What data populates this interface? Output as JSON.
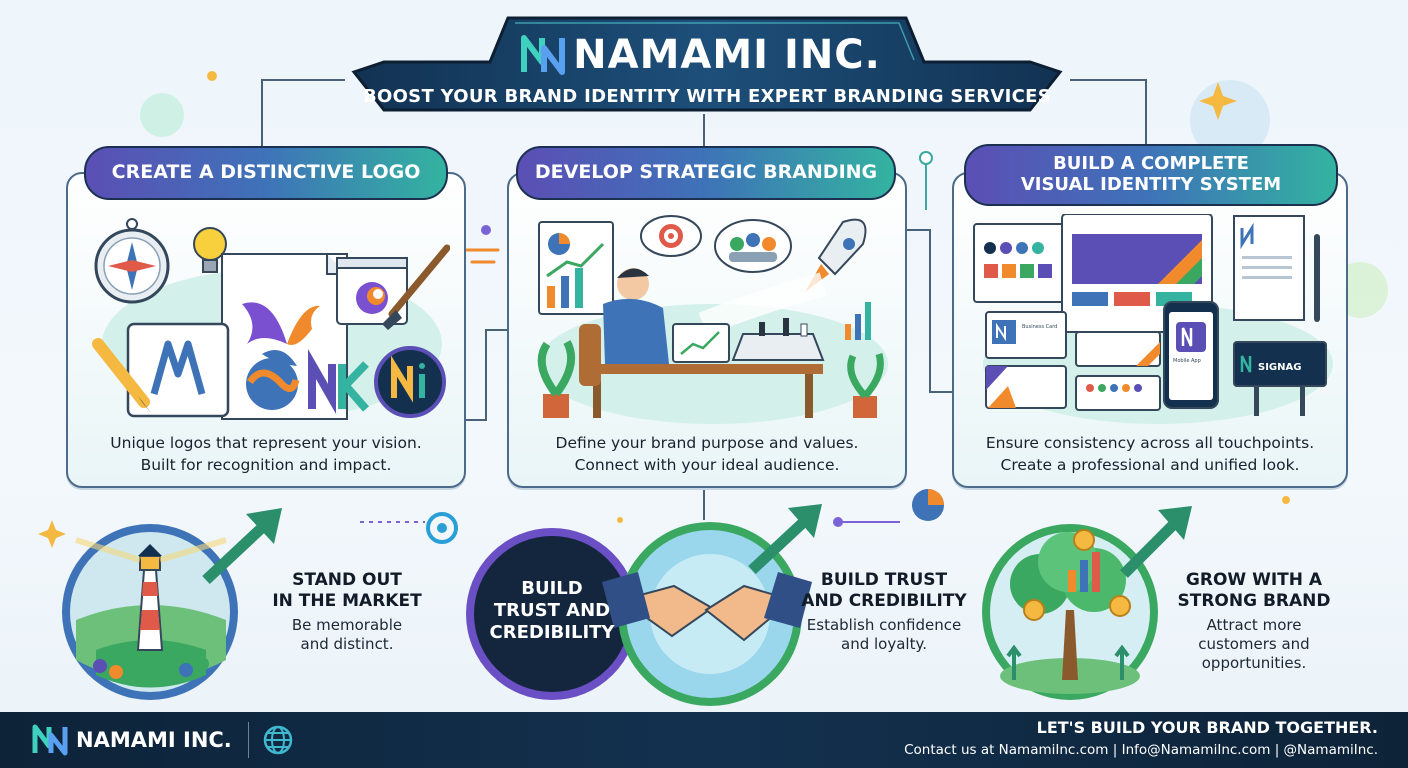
{
  "header": {
    "title": "NAMAMI INC.",
    "subtitle": "BOOST YOUR BRAND IDENTITY WITH EXPERT BRANDING SERVICES"
  },
  "panels": [
    {
      "title": "CREATE A DISTINCTIVE LOGO",
      "line1": "Unique logos that represent your vision.",
      "line2": "Built for recognition and impact."
    },
    {
      "title": "DEVELOP STRATEGIC BRANDING",
      "line1": "Define your brand purpose and values.",
      "line2": "Connect with your ideal audience."
    },
    {
      "title_line1": "BUILD A COMPLETE",
      "title_line2": "VISUAL IDENTITY SYSTEM",
      "line1": "Ensure consistency across all touchpoints.",
      "line2": "Create a professional and unified look.",
      "card_signage": "SIGNAG",
      "card_business": "Business Card",
      "card_mobile": "Mobile App"
    }
  ],
  "benefits": [
    {
      "title_line1": "STAND OUT",
      "title_line2": "IN THE MARKET",
      "desc_line1": "Be memorable",
      "desc_line2": "and distinct."
    },
    {
      "badge_line1": "BUILD",
      "badge_line2": "TRUST AND",
      "badge_line3": "CREDIBILITY",
      "title_line1": "BUILD TRUST",
      "title_line2": "AND CREDIBILITY",
      "desc_line1": "Establish confidence",
      "desc_line2": "and loyalty."
    },
    {
      "title_line1": "GROW WITH A",
      "title_line2": "STRONG BRAND",
      "desc_line1": "Attract more",
      "desc_line2": "customers and",
      "desc_line3": "opportunities."
    }
  ],
  "footer": {
    "brand": "NAMAMI INC.",
    "cta": "LET'S BUILD YOUR BRAND TOGETHER.",
    "contact": "Contact us at NamamiInc.com | Info@NamamiInc.com | @NamamiInc."
  },
  "colors": {
    "navy": "#13314f",
    "purple": "#5b4fb5",
    "blue": "#3e73b8",
    "teal": "#33b3a0",
    "orange": "#f08a2c",
    "green": "#3aa860"
  }
}
